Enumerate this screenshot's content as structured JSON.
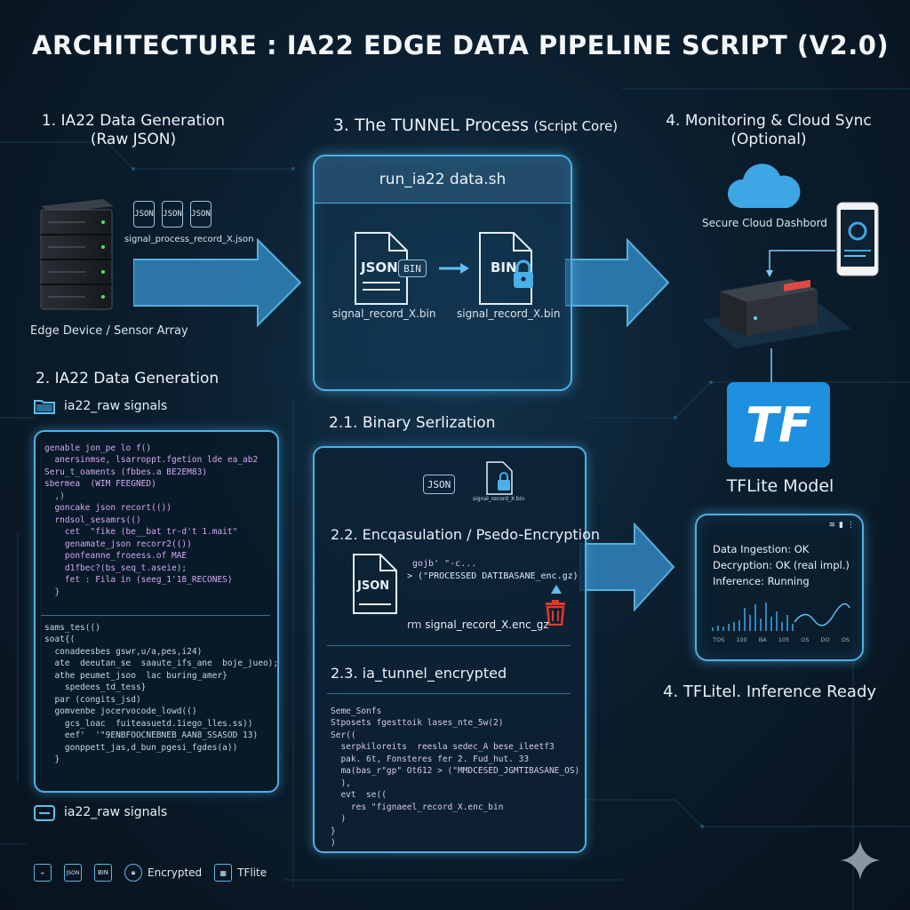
{
  "title": "ARCHITECTURE : IA22 EDGE DATA PIPELINE SCRIPT (V2.0)",
  "section1": {
    "heading": "1.  IA22 Data Generation",
    "subheading": "(Raw JSON)",
    "file_icons": [
      "JSON",
      "JSON",
      "JSON"
    ],
    "files_label": "signal_process_record_X.json",
    "device_label": "Edge Device / Sensor Array"
  },
  "section3": {
    "heading": "3.  The TUNNEL Process",
    "heading_suffix": "(Script Core)",
    "script_name": "run_ia22 data.sh",
    "json_tag": "JSON",
    "bin_tag": "BIN",
    "bin_tag2": "BIN",
    "left_file_label": "signal_record_X.bin",
    "right_file_label": "signal_record_X.bin"
  },
  "section4_top": {
    "heading": "4.  Monitoring & Cloud Sync",
    "subheading": "(Optional)",
    "cloud_label": "Secure Cloud Dashbord"
  },
  "tflite": {
    "logo_text": "TF",
    "label": "TFLite Model"
  },
  "section2": {
    "heading": "2.  IA22 Data Generation",
    "folder_label": "ia22_raw signals",
    "folder_label_bottom": "ia22_raw signals",
    "code_top": [
      "genable jon_pe lo f()",
      "  anersinmse, lsarroppt.fgetion lde ea_ab2",
      "Seru_t_oaments (fbbes.a BE2EM83)",
      "sbermea  (WIM FEEGNED)",
      "  ,)",
      "",
      "  goncake json recort(())",
      "  rndsol_sesamrs(()",
      "    cet  \"fike (be__bat tr-d't 1.mait\"",
      "",
      "    genamate_json recorr2(())",
      "    ponfeanne_froeess.of MAE",
      "    d1fbec?(bs_seq_t.aseie);",
      "    fet : Fila in (seeg_1'18_RECONES)",
      "  }"
    ],
    "code_bottom": [
      "sams_tes(()",
      "soat{(",
      "  conadeesbes gswr,u/a,pes,i24)",
      "  ate  deeutan_se  saaute_ifs_ane  boje_jueo);",
      "  athe peumet_jsoo  lac buring_amer}",
      "    spedees_td_tess}",
      "  par (congits_jsd)",
      "",
      "  gomvenbe jocervocode_lowd(()",
      "    gcs_loac  fuiteasuetd.1iego_lles.ss))",
      "    eef'  '\"9ENBFOOCNEBNEB_AAN8_SSASOD 13)",
      "",
      "    gonppett_jas,d_bun_pgesi_fgdes(a))",
      "  }"
    ]
  },
  "section21": {
    "heading": "2.1.  Binary Serlization",
    "json_tag": "JSON",
    "lock_label": "signal_record_X.bin"
  },
  "section22": {
    "heading": "2.2.  Encqasulation / Psedo-Encryption",
    "json_tag": "JSON",
    "cmd_line1": "gojb' \"-c...",
    "cmd_line2": "> (\"PROCESSED DATIBASANE_enc.gz)",
    "rm_prefix": "rm",
    "rm_file": "signal_record_X.enc_gz"
  },
  "section23": {
    "heading": "2.3.  ia_tunnel_encrypted",
    "code": [
      "Seme_Sonfs",
      "Stposets fgesttoik lases_nte_5w(2)",
      "Ser((",
      "  serpkiloreits  reesla sedec_A bese_ileetf3",
      "  pak. 6t, Fonsteres fer 2. Fud_hut. 33",
      "  ma(bas_r\"gp\" Ot612 > (\"MMDCESED_JGMTIBASANE_OS)",
      "  ),",
      "  evt  se((",
      "    res \"fignaeel_record_X.enc_bin",
      "  )",
      "}",
      ")"
    ]
  },
  "monitor": {
    "lines": [
      "Data Ingestion: OK",
      "Decryption: OK (real impl.)",
      "Inference: Running"
    ],
    "axis_ticks": [
      "TOS",
      "100",
      "BA",
      "105",
      "OS",
      "DO",
      "OS"
    ]
  },
  "section4_bottom": {
    "heading": "4.  TFLitel. Inference Ready"
  },
  "legend": {
    "items": [
      {
        "icon": "link-icon",
        "label": ""
      },
      {
        "icon": "json-icon",
        "label": "JSON"
      },
      {
        "icon": "bin-icon",
        "label": "BIN"
      },
      {
        "icon": "lock-icon",
        "label": "Encrypted"
      },
      {
        "icon": "tflite-icon",
        "label": "TFlite"
      }
    ]
  },
  "colors": {
    "accent": "#4fb0e6",
    "arrow": "#3f8fc6",
    "tflite": "#1f8fe0",
    "trash": "#e0392b"
  }
}
